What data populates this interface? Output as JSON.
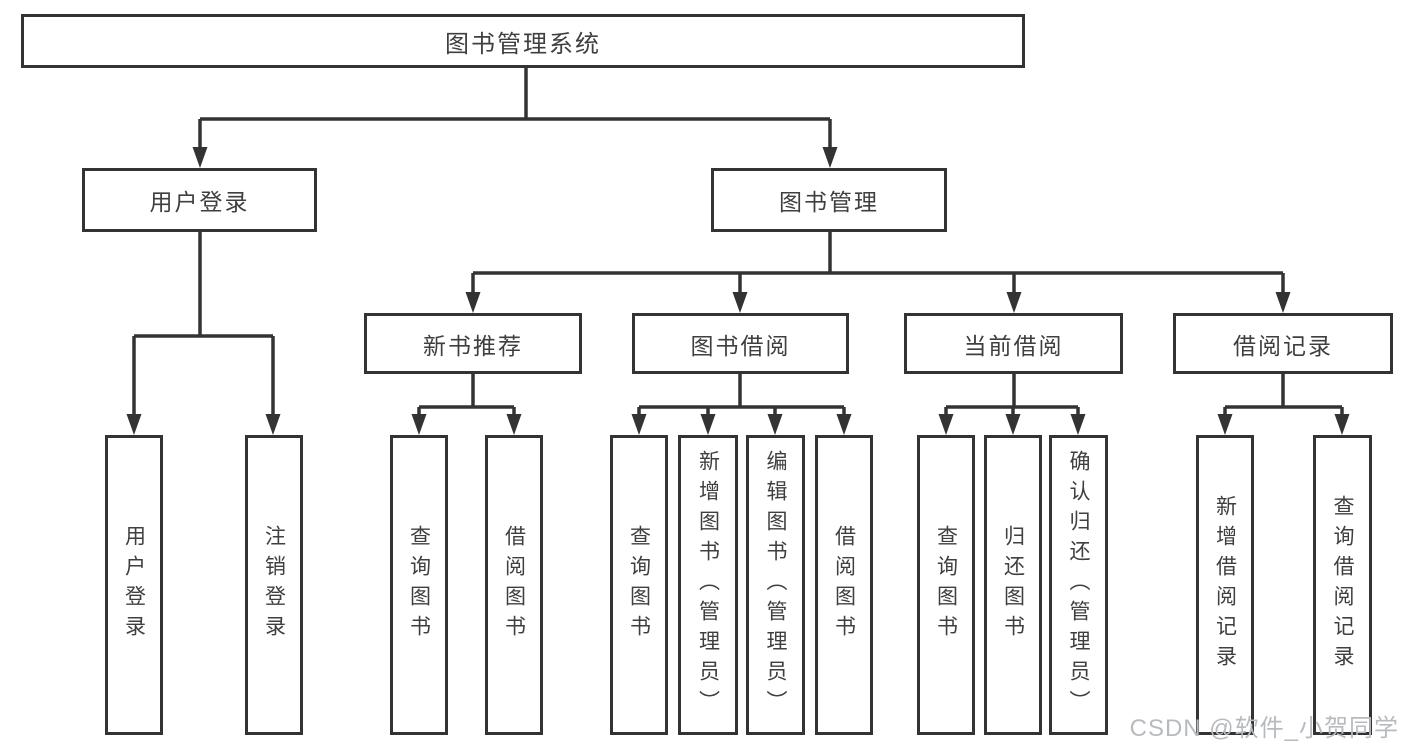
{
  "nodes": {
    "root": "图书管理系统",
    "user_login": "用户登录",
    "book_mgmt": "图书管理",
    "new_book_rec": "新书推荐",
    "book_borrow": "图书借阅",
    "current_borrow": "当前借阅",
    "borrow_records": "借阅记录",
    "leaf_user_login": "用户登录",
    "leaf_logout": "注销登录",
    "leaf_nb_query": "查询图书",
    "leaf_nb_borrow": "借阅图书",
    "leaf_bb_query": "查询图书",
    "leaf_bb_add": "新增图书（管理员）",
    "leaf_bb_edit": "编辑图书（管理员）",
    "leaf_bb_borrow": "借阅图书",
    "leaf_cb_query": "查询图书",
    "leaf_cb_return": "归还图书",
    "leaf_cb_confirm": "确认归还（管理员）",
    "leaf_br_add": "新增借阅记录",
    "leaf_br_query": "查询借阅记录"
  },
  "watermark": "CSDN @软件_小贺同学",
  "colors": {
    "line": "#333333",
    "text": "#3f3f3f",
    "background": "#ffffff",
    "watermark": "#b7bbc0"
  }
}
